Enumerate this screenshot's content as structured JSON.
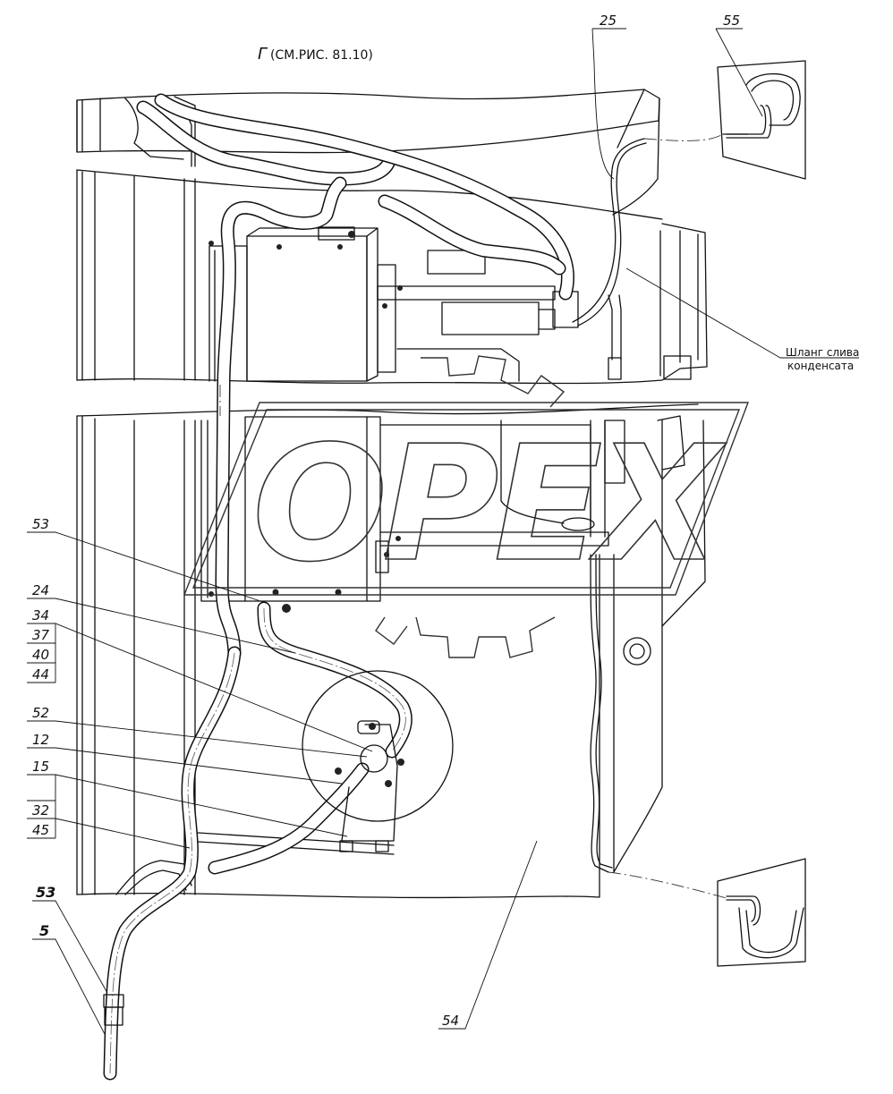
{
  "view_title": {
    "letter": "Г",
    "reference": "(СМ.РИС. 81.10)"
  },
  "callouts": {
    "c25": "25",
    "c55": "55",
    "c53_top": "53",
    "c24": "24",
    "c34": "34",
    "c37": "37",
    "c40": "40",
    "c44": "44",
    "c52": "52",
    "c12": "12",
    "c15": "15",
    "c32": "32",
    "c45": "45",
    "c53_bottom": "53",
    "c5": "5",
    "c54": "54"
  },
  "note": {
    "line1": "Шланг слива",
    "line2": "конденсата"
  },
  "watermark": {
    "text": "OPEX"
  }
}
